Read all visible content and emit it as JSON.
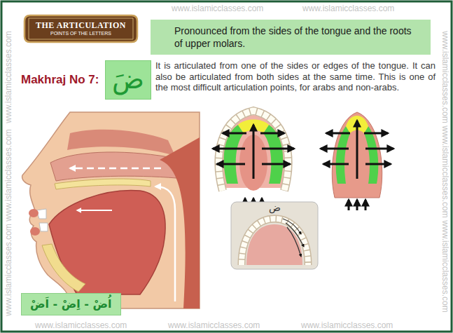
{
  "diagram": {
    "nodes": [
      {
        "text": [
          "THE ARTICULATION",
          "POINTS OF THE LETTERS"
        ]
      },
      {
        "text": [
          "Pronounced from the sides of the tongue and the roots of upper molars."
        ]
      },
      {
        "text": [
          "ضَ"
        ]
      },
      {
        "text": [
          "اُضْ - اِضْ - اَضْ"
        ]
      }
    ],
    "labels": [
      "www.islamicclasses.com",
      "www.islamicclasses.com",
      "Makhraj No 7:",
      "It is articulated from one of the sides or edges of the tongue. It can also be articulated from both sides at the same time. This is one of the most difficult articulation points, for arabs and non-arabs.",
      "ض",
      "www.islamicclasses.com",
      "www.islamicclasses.com",
      "www.islamicclasses.com",
      "www.islamicclasses.com",
      "www.islamicclasses.com",
      "www.islamicclasses.com",
      "www.islamicclasses.com",
      "www.islamicclasses.com",
      "www.islamicclasses.com"
    ]
  }
}
